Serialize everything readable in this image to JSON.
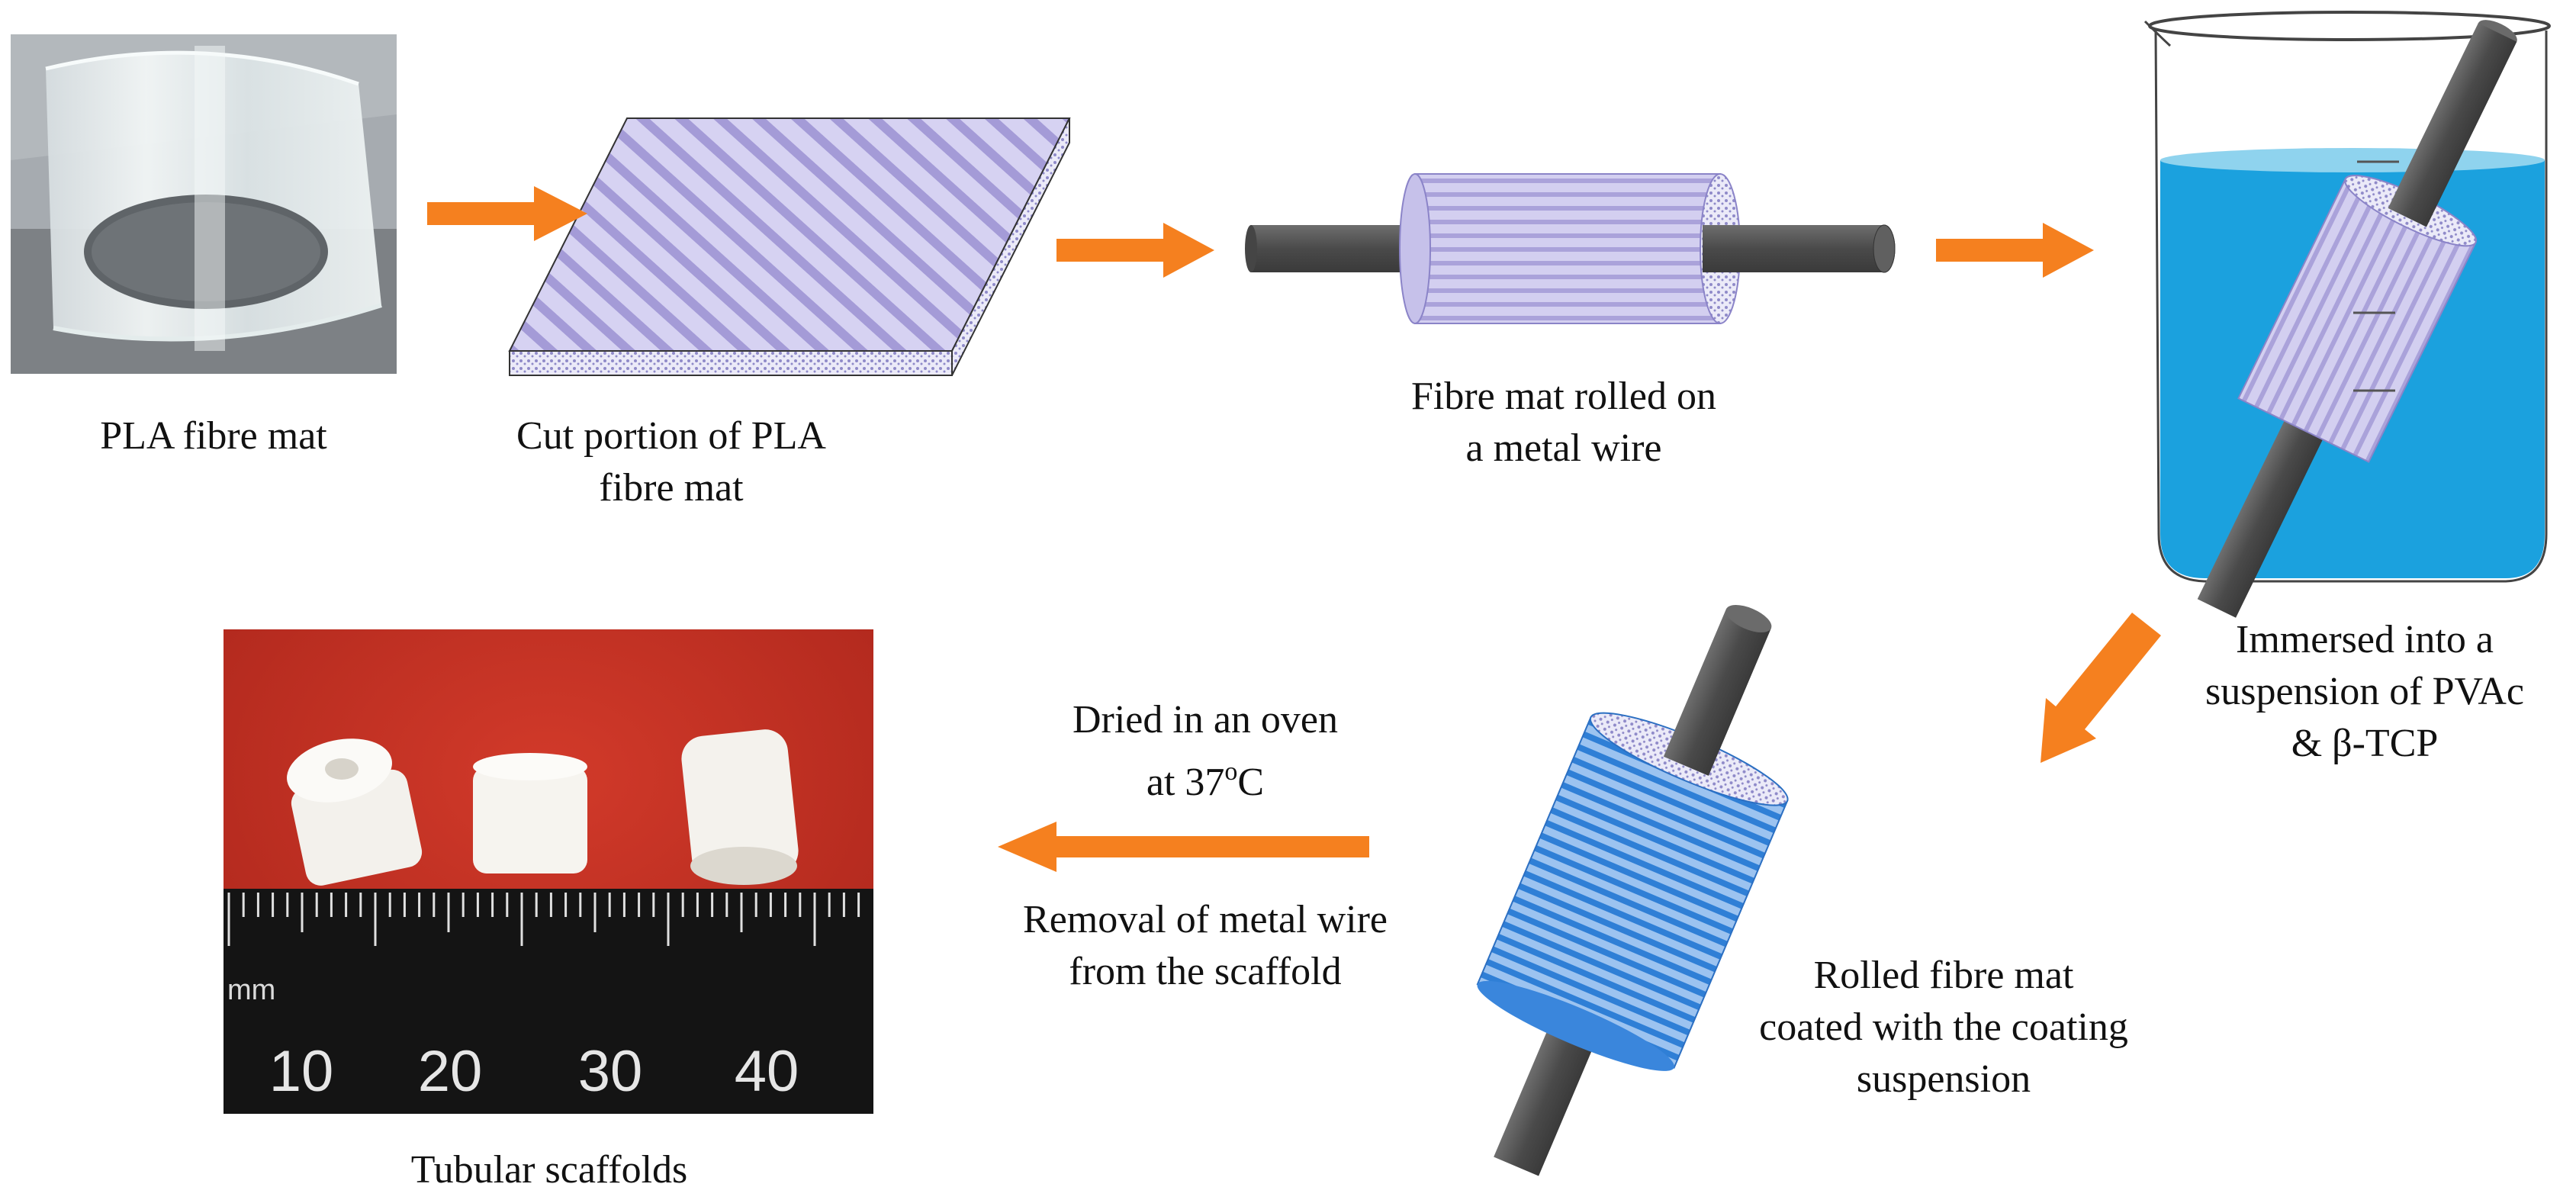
{
  "steps": [
    {
      "id": "pla-fibre-mat",
      "lines": [
        "PLA fibre mat"
      ]
    },
    {
      "id": "cut-portion",
      "lines": [
        "Cut portion of PLA",
        "fibre mat"
      ]
    },
    {
      "id": "rolled-on-wire",
      "lines": [
        "Fibre mat rolled on",
        "a metal wire"
      ]
    },
    {
      "id": "immersed",
      "lines": [
        "Immersed into a",
        "suspension of PVAc",
        "& β-TCP"
      ]
    },
    {
      "id": "rolled-coated",
      "lines": [
        "Rolled fibre mat",
        "coated with the coating",
        "suspension"
      ]
    },
    {
      "id": "dried",
      "line1": "Dried in an oven",
      "line2_prefix": "at 37",
      "line2_sup": "o",
      "line2_suffix": "C"
    },
    {
      "id": "removal",
      "lines": [
        "Removal of metal wire",
        "from the scaffold"
      ]
    },
    {
      "id": "tubular-scaffolds",
      "lines": [
        "Tubular scaffolds"
      ]
    }
  ],
  "ruler": {
    "unit": "mm",
    "numbers": [
      "10",
      "20",
      "30",
      "40"
    ]
  },
  "colors": {
    "arrow": "#f5801f",
    "liquid": "#1ba1de",
    "liquid_surface": "#8fd3ee",
    "wire": "#505050",
    "fibre_mat": "#c9c4ea",
    "fibre_stripe": "#9c93cf",
    "coated_mat": "#4a8fdc",
    "red_background": "#c72f21",
    "ruler": "#151515"
  }
}
